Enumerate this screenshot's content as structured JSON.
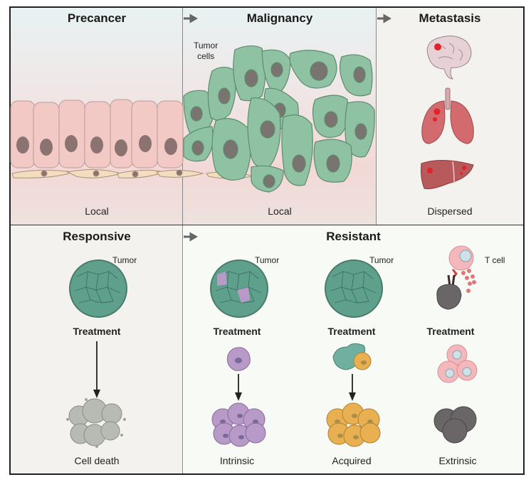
{
  "top_row": {
    "precancer": {
      "title": "Precancer",
      "footer": "Local"
    },
    "malignancy": {
      "title": "Malignancy",
      "annotation": "Tumor\ncells",
      "annotation_line1": "Tumor",
      "annotation_line2": "cells",
      "footer": "Local"
    },
    "metastasis": {
      "title": "Metastasis",
      "footer": "Dispersed",
      "organs": [
        "brain",
        "lungs",
        "liver"
      ]
    }
  },
  "bottom_row": {
    "responsive": {
      "title": "Responsive",
      "tumor_label": "Tumor",
      "treatment": "Treatment",
      "outcome": "Cell death"
    },
    "resistant": {
      "title": "Resistant",
      "columns": [
        {
          "tumor_label": "Tumor",
          "treatment": "Treatment",
          "outcome": "Intrinsic"
        },
        {
          "tumor_label": "Tumor",
          "treatment": "Treatment",
          "outcome": "Acquired"
        },
        {
          "tumor_label": "T cell",
          "treatment": "Treatment",
          "outcome": "Extrinsic"
        }
      ]
    }
  },
  "colors": {
    "normal_cell": "#f2c9c5",
    "tumor_cell": "#8fc2a2",
    "tumor_sphere": "#5fa08c",
    "resistant_intrinsic": "#b89ac8",
    "resistant_acquired": "#e8b050",
    "t_cell": "#f4b8bc",
    "dead_cell": "#b8bab4",
    "metastasis_dot": "#e0242a",
    "border": "#222222",
    "arrow": "#666666"
  }
}
